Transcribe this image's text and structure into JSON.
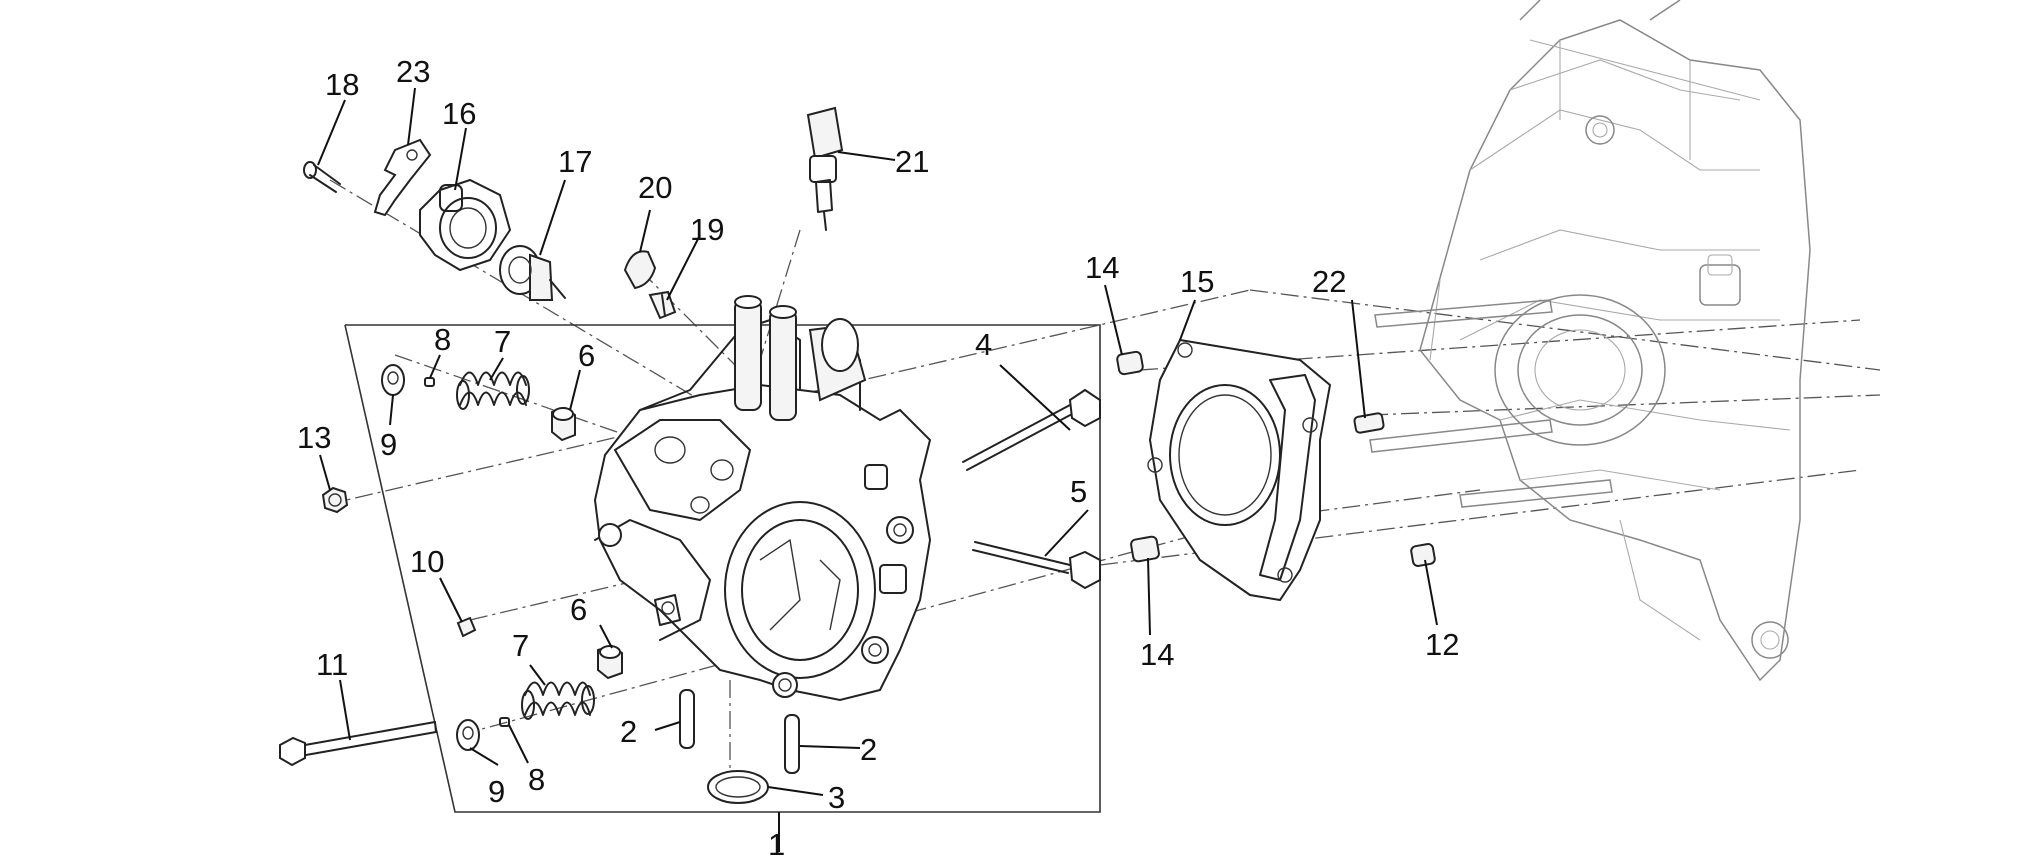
{
  "diagram": {
    "callouts": [
      {
        "id": "c1",
        "label": "1"
      },
      {
        "id": "c2a",
        "label": "2"
      },
      {
        "id": "c2b",
        "label": "2"
      },
      {
        "id": "c3",
        "label": "3"
      },
      {
        "id": "c4",
        "label": "4"
      },
      {
        "id": "c5",
        "label": "5"
      },
      {
        "id": "c6a",
        "label": "6"
      },
      {
        "id": "c6b",
        "label": "6"
      },
      {
        "id": "c7a",
        "label": "7"
      },
      {
        "id": "c7b",
        "label": "7"
      },
      {
        "id": "c8a",
        "label": "8"
      },
      {
        "id": "c8b",
        "label": "8"
      },
      {
        "id": "c9a",
        "label": "9"
      },
      {
        "id": "c9b",
        "label": "9"
      },
      {
        "id": "c10",
        "label": "10"
      },
      {
        "id": "c11",
        "label": "11"
      },
      {
        "id": "c12",
        "label": "12"
      },
      {
        "id": "c13",
        "label": "13"
      },
      {
        "id": "c14a",
        "label": "14"
      },
      {
        "id": "c14b",
        "label": "14"
      },
      {
        "id": "c15",
        "label": "15"
      },
      {
        "id": "c16",
        "label": "16"
      },
      {
        "id": "c17",
        "label": "17"
      },
      {
        "id": "c18",
        "label": "18"
      },
      {
        "id": "c19",
        "label": "19"
      },
      {
        "id": "c20",
        "label": "20"
      },
      {
        "id": "c21",
        "label": "21"
      },
      {
        "id": "c22",
        "label": "22"
      },
      {
        "id": "c23",
        "label": "23"
      }
    ]
  }
}
